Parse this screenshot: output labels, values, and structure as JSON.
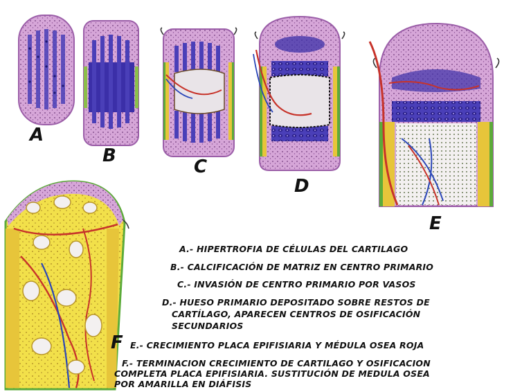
{
  "panels": {
    "A": "A",
    "B": "B",
    "C": "C",
    "D": "D",
    "E": "E",
    "F": "F"
  },
  "captions": {
    "a": "A.- HIPERTROFIA DE CÉLULAS DEL CARTILAGO",
    "b": "B.- CALCIFICACIÓN DE MATRIZ EN CENTRO PRIMARIO",
    "c": "C.- INVASIÓN DE CENTRO PRIMARIO POR VASOS",
    "d_1": "D.- HUESO PRIMARIO DEPOSITADO SOBRE RESTOS DE",
    "d_2": "CARTÍLAGO, APARECEN CENTROS DE OSIFICACIÓN",
    "d_3": "SECUNDARIOS",
    "e": "E.- CRECIMIENTO PLACA EPIFISIARIA Y MÉDULA OSEA ROJA",
    "f_1": "F.- TERMINACION CRECIMIENTO DE CARTILAGO Y OSIFICACION",
    "f_2": "COMPLETA PLACA EPIFISIARIA. SUSTITUCIÓN DE MEDULA OSEA",
    "f_3": "POR AMARILLA EN DIÁFISIS"
  },
  "colors": {
    "cartilage": "#d6a6d8",
    "cartilage_dark": "#a565b5",
    "hypertrophic_cells": "#3b2fa8",
    "bone_collar": "#5cab3a",
    "periosteum_yellow": "#e7c53a",
    "yellow_marrow": "#f2e04a",
    "vessel_red": "#c7332a",
    "vessel_blue": "#2a46b8",
    "marrow_cavity": "#e9e4e8"
  }
}
